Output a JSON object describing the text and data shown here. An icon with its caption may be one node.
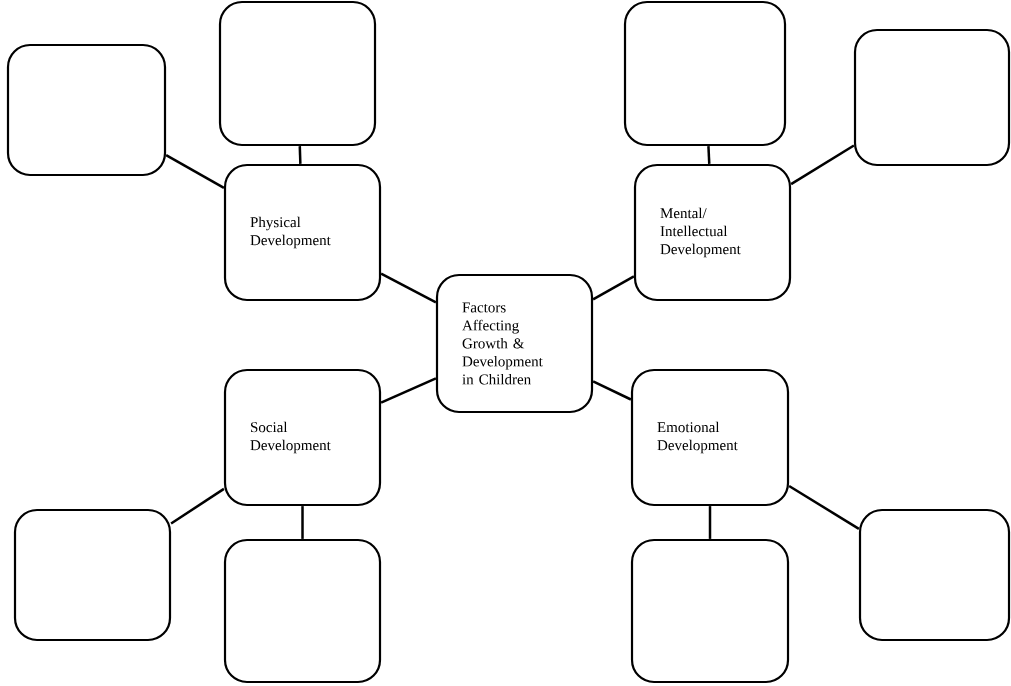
{
  "diagram": {
    "nodes": [
      {
        "text": [
          "Factors Affecting Growth & Development in Children"
        ]
      },
      {
        "text": [
          "Physical Development"
        ]
      },
      {
        "text": [
          "Mental/ Intellectual Development"
        ]
      },
      {
        "text": [
          "Social Development"
        ]
      },
      {
        "text": [
          "Emotional Development"
        ]
      },
      {
        "text": [],
        "shape": "box"
      },
      {
        "text": [],
        "shape": "box"
      },
      {
        "text": [],
        "shape": "box"
      },
      {
        "text": [],
        "shape": "box"
      },
      {
        "text": [],
        "shape": "box"
      },
      {
        "text": [],
        "shape": "box"
      },
      {
        "text": [],
        "shape": "box"
      },
      {
        "text": [],
        "shape": "box"
      }
    ],
    "edges": [
      {
        "from": 0,
        "to": 1,
        "arrow": "none"
      },
      {
        "from": 0,
        "to": 2,
        "arrow": "none"
      },
      {
        "from": 0,
        "to": 3,
        "arrow": "none"
      },
      {
        "from": 0,
        "to": 4,
        "arrow": "none"
      },
      {
        "from": 1,
        "to": 5,
        "arrow": "none"
      },
      {
        "from": 1,
        "to": 6,
        "arrow": "none"
      },
      {
        "from": 2,
        "to": 7,
        "arrow": "none"
      },
      {
        "from": 2,
        "to": 8,
        "arrow": "none"
      },
      {
        "from": 3,
        "to": 9,
        "arrow": "none"
      },
      {
        "from": 3,
        "to": 10,
        "arrow": "none"
      },
      {
        "from": 4,
        "to": 11,
        "arrow": "none"
      },
      {
        "from": 4,
        "to": 12,
        "arrow": "none"
      }
    ]
  }
}
